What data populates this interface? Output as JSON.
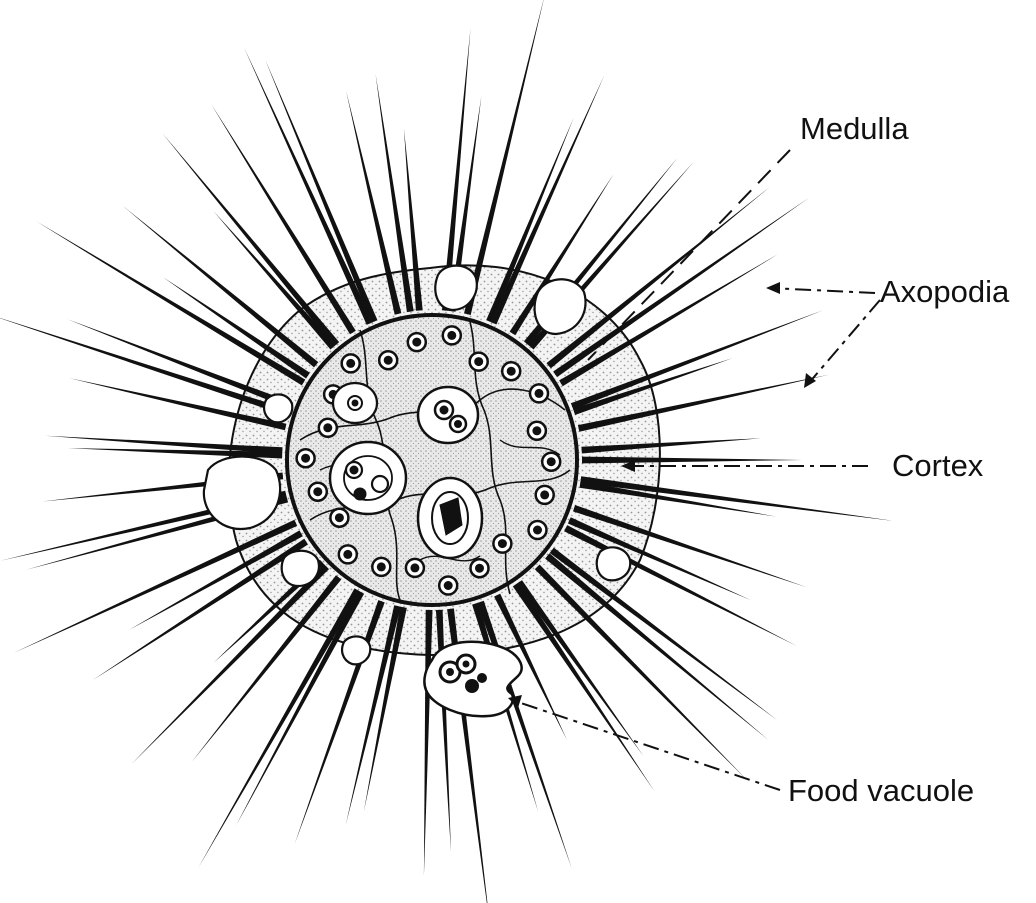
{
  "labels": {
    "medulla": "Medulla",
    "axopodia": "Axopodia",
    "cortex": "Cortex",
    "food_vacuole": "Food vacuole"
  },
  "colors": {
    "ink": "#111111",
    "paper": "#ffffff",
    "cortex_fill": "#f4f4f4",
    "medulla_fill": "#e9e9e9"
  },
  "icons": {
    "organism": "radiating-cell-illustration"
  }
}
